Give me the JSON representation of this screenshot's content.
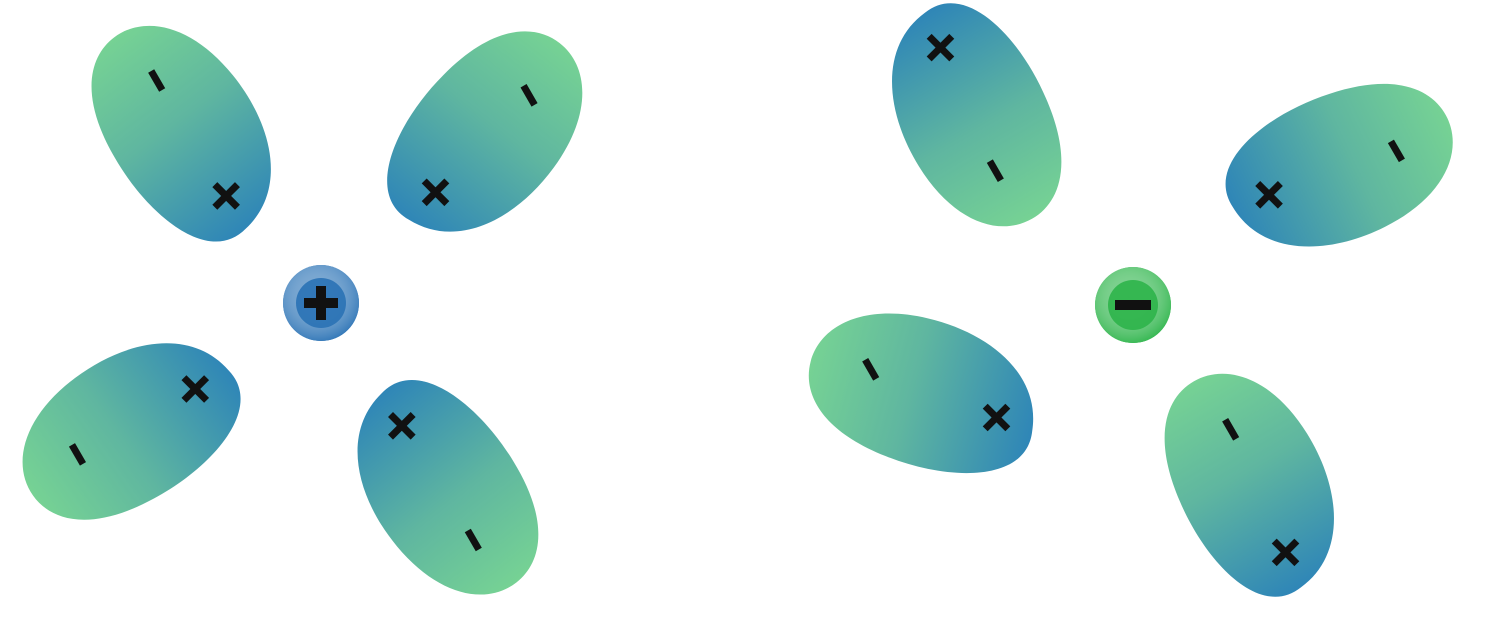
{
  "colors": {
    "background": "#ffffff",
    "molecule_polar_end": "#2f86b7",
    "molecule_nonpolar_end": "#76d294",
    "cation_fill": "#2a72b5",
    "anion_fill": "#2db44a",
    "charge_mark": "#111111"
  },
  "ions": [
    {
      "id": "cation",
      "charge_symbol": "+",
      "icon": "plus-icon",
      "waters": [
        {
          "id": "cation-water-upper-left",
          "positive_end": "+",
          "negative_end": "-"
        },
        {
          "id": "cation-water-upper-right",
          "positive_end": "+",
          "negative_end": "-"
        },
        {
          "id": "cation-water-lower-left",
          "positive_end": "+",
          "negative_end": "-"
        },
        {
          "id": "cation-water-lower-right",
          "positive_end": "+",
          "negative_end": "-"
        }
      ]
    },
    {
      "id": "anion",
      "charge_symbol": "-",
      "icon": "minus-icon",
      "waters": [
        {
          "id": "anion-water-upper-left",
          "positive_end": "+",
          "negative_end": "-"
        },
        {
          "id": "anion-water-upper-right",
          "positive_end": "+",
          "negative_end": "-"
        },
        {
          "id": "anion-water-lower-left",
          "positive_end": "+",
          "negative_end": "-"
        },
        {
          "id": "anion-water-lower-right",
          "positive_end": "+",
          "negative_end": "-"
        }
      ]
    }
  ]
}
